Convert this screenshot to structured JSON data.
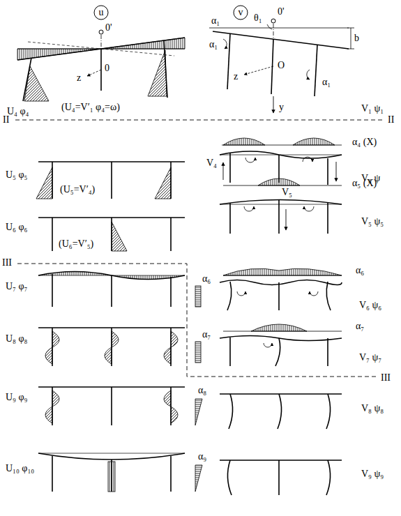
{
  "diagram": {
    "labels": [
      "u",
      "0'",
      "0",
      "z",
      "U₄ φ₄",
      "(U₄=V′₁ φ₄=ω)",
      "v",
      "α₁",
      "θ₁",
      "0'",
      "b",
      "α₁",
      "O",
      "z",
      "y",
      "α₁",
      "V₁ ψ₁",
      "II",
      "II",
      "α₄ (X)",
      "V₄",
      "V₄ ψ",
      "U₅ φ₅",
      "(U₅=V′₄)",
      "α₅ (X)",
      "V₅",
      "V₅ ψ₅",
      "U₆ φ₆",
      "(U₆=V′₅)",
      "III",
      "α₆",
      "V₆ ψ₆",
      "U₇ φ₇",
      "α₆",
      "α₇",
      "V₇ ψ₇",
      "α₇",
      "III",
      "U₈ φ₈",
      "α₈",
      "V₈ ψ₈",
      "U₉ φ₉",
      "α₉",
      "V₉ ψ₉",
      "U₁₀ φ₁₀"
    ]
  }
}
